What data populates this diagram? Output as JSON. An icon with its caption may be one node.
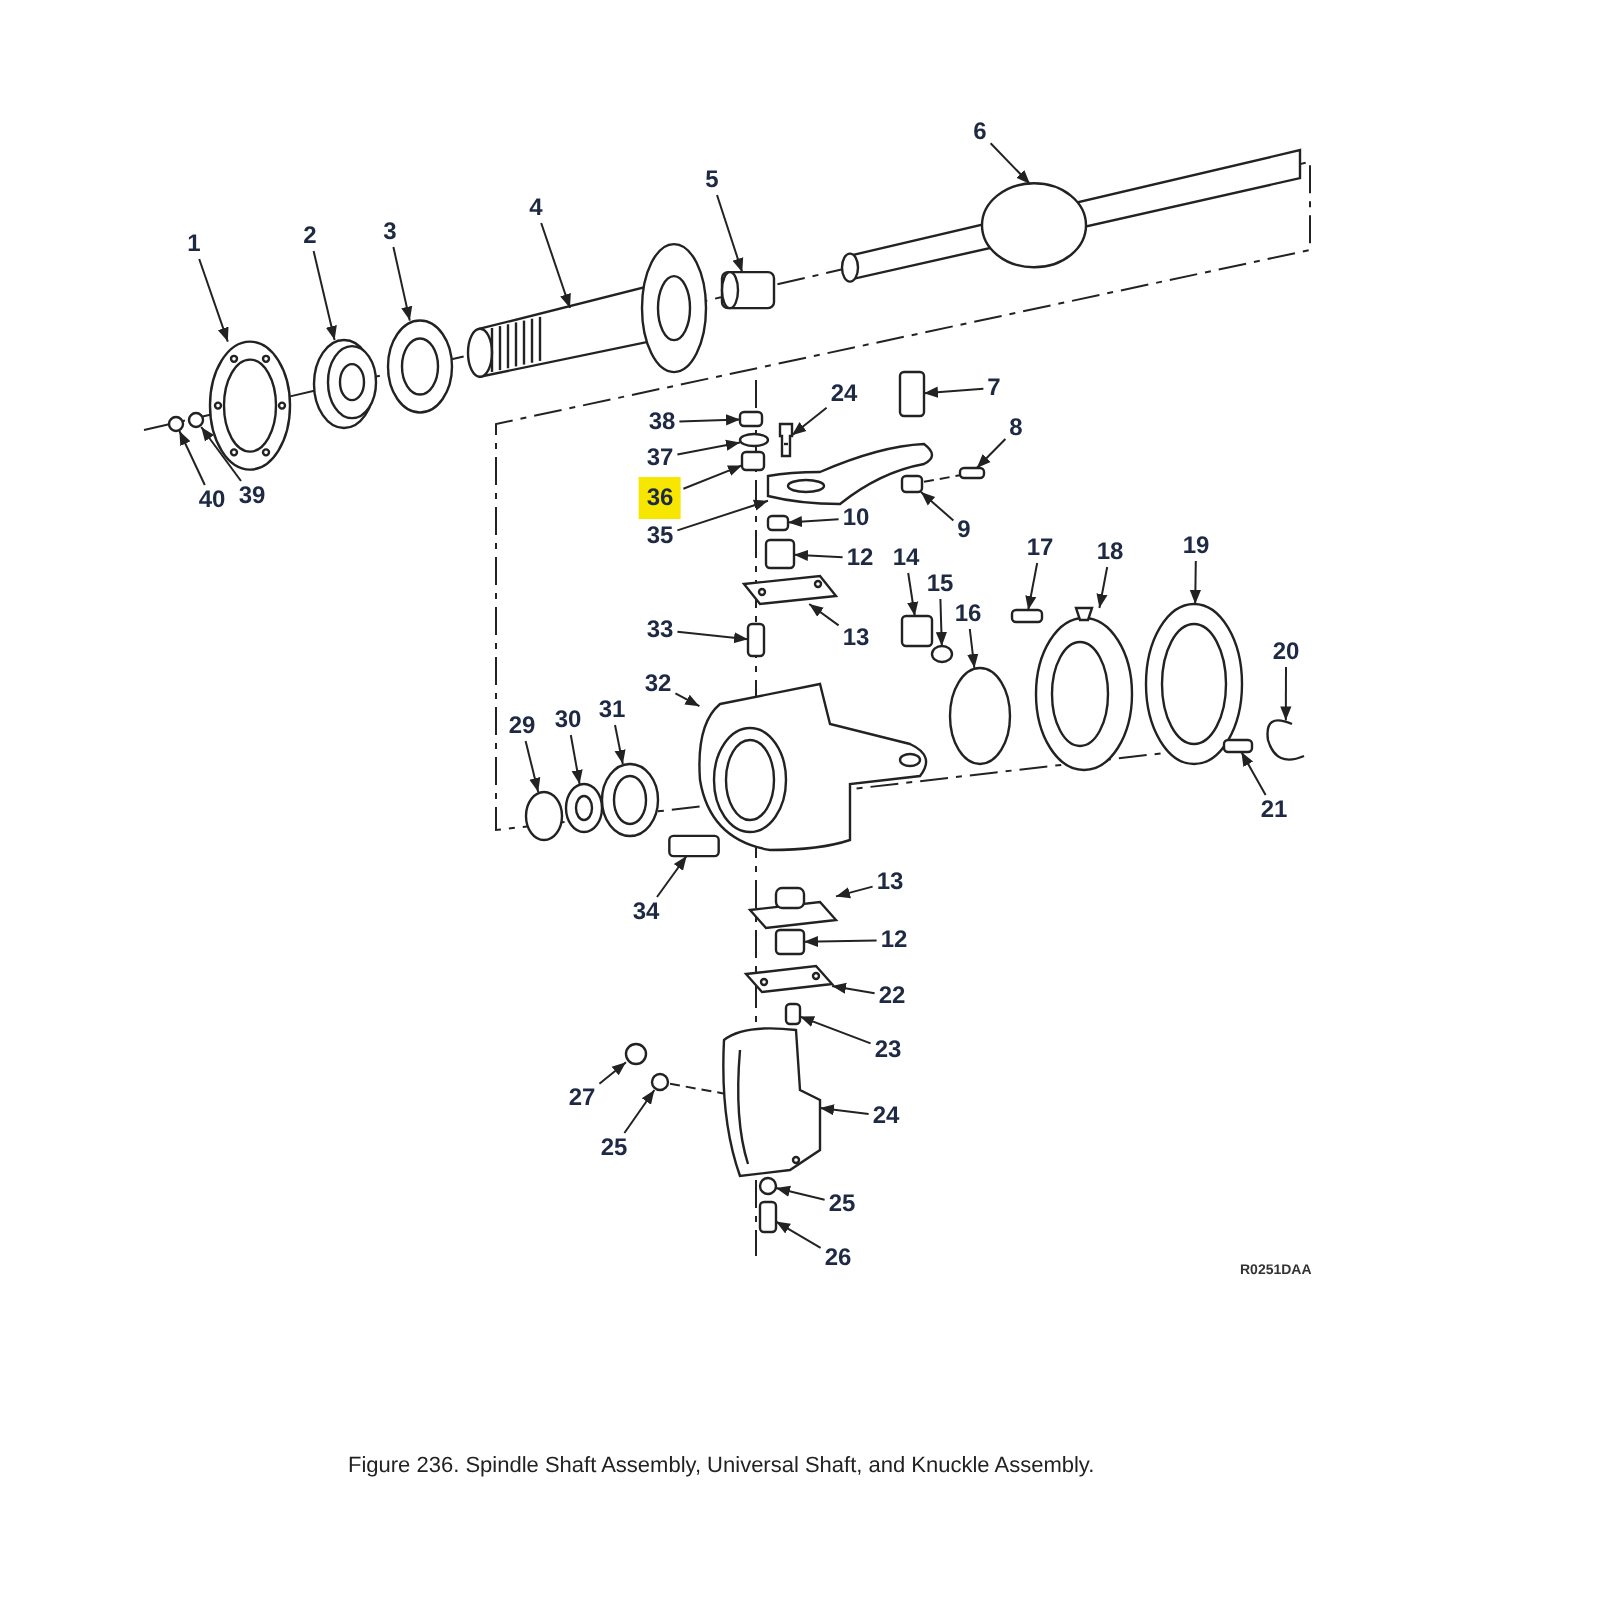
{
  "diagram": {
    "caption": "Figure  236.    Spindle Shaft Assembly, Universal Shaft, and Knuckle Assembly.",
    "nodes": [
      {
        "text": [
          "6"
        ]
      },
      {
        "text": [
          "5"
        ]
      },
      {
        "text": [
          "4"
        ]
      },
      {
        "text": [
          "3"
        ]
      },
      {
        "text": [
          "2"
        ]
      },
      {
        "text": [
          "1"
        ]
      },
      {
        "text": [
          "7"
        ]
      },
      {
        "text": [
          "24"
        ]
      },
      {
        "text": [
          "38"
        ]
      },
      {
        "text": [
          "8"
        ]
      },
      {
        "text": [
          "37"
        ]
      },
      {
        "text": [
          "40"
        ]
      },
      {
        "text": [
          "39"
        ]
      },
      {
        "text": [
          "36"
        ]
      },
      {
        "text": [
          "10"
        ]
      },
      {
        "text": [
          "9"
        ]
      },
      {
        "text": [
          "35"
        ]
      },
      {
        "text": [
          "17"
        ]
      },
      {
        "text": [
          "19"
        ]
      },
      {
        "text": [
          "18"
        ]
      },
      {
        "text": [
          "12"
        ]
      },
      {
        "text": [
          "14"
        ]
      },
      {
        "text": [
          "15"
        ]
      },
      {
        "text": [
          "16"
        ]
      },
      {
        "text": [
          "33"
        ]
      },
      {
        "text": [
          "13"
        ]
      },
      {
        "text": [
          "20"
        ]
      },
      {
        "text": [
          "32"
        ]
      },
      {
        "text": [
          "31"
        ]
      },
      {
        "text": [
          "30"
        ]
      },
      {
        "text": [
          "29"
        ]
      },
      {
        "text": [
          "21"
        ]
      },
      {
        "text": [
          "13"
        ]
      },
      {
        "text": [
          "34"
        ]
      },
      {
        "text": [
          "12"
        ]
      },
      {
        "text": [
          "22"
        ]
      },
      {
        "text": [
          "23"
        ]
      },
      {
        "text": [
          "27"
        ]
      },
      {
        "text": [
          "24"
        ]
      },
      {
        "text": [
          "25"
        ]
      },
      {
        "text": [
          "25"
        ]
      },
      {
        "text": [
          "26"
        ]
      },
      {
        "text": [],
        "shape": "picture"
      },
      {
        "text": [],
        "shape": "cylinder"
      },
      {
        "text": [],
        "shape": "picture"
      },
      {
        "text": [],
        "shape": "picture"
      },
      {
        "text": [],
        "shape": "picture"
      },
      {
        "text": [],
        "shape": "picture"
      },
      {
        "text": [],
        "shape": "box"
      },
      {
        "text": [],
        "shape": "picture"
      },
      {
        "text": [],
        "shape": "box"
      },
      {
        "text": [],
        "shape": "box"
      },
      {
        "text": [],
        "shape": "circle"
      },
      {
        "text": [],
        "shape": "circle"
      },
      {
        "text": [],
        "shape": "circle"
      },
      {
        "text": [],
        "shape": "box"
      },
      {
        "text": [],
        "shape": "box"
      },
      {
        "text": [],
        "shape": "box"
      },
      {
        "text": [],
        "shape": "picture"
      },
      {
        "text": [],
        "shape": "box"
      },
      {
        "text": [],
        "shape": "picture"
      },
      {
        "text": [],
        "shape": "picture"
      },
      {
        "text": [],
        "shape": "box"
      },
      {
        "text": [],
        "shape": "box"
      },
      {
        "text": [],
        "shape": "circle"
      },
      {
        "text": [],
        "shape": "circle"
      },
      {
        "text": [],
        "shape": "box"
      },
      {
        "text": [],
        "shape": "picture"
      },
      {
        "text": [],
        "shape": "picture"
      },
      {
        "text": [],
        "shape": "picture"
      },
      {
        "text": [],
        "shape": "picture"
      },
      {
        "text": [],
        "shape": "picture"
      },
      {
        "text": [],
        "shape": "circle"
      },
      {
        "text": [],
        "shape": "box"
      },
      {
        "text": [],
        "shape": "picture"
      },
      {
        "text": [],
        "shape": "box"
      },
      {
        "text": [],
        "shape": "box"
      },
      {
        "text": [],
        "shape": "picture"
      },
      {
        "text": [],
        "shape": "box"
      },
      {
        "text": [],
        "shape": "circle"
      },
      {
        "text": [],
        "shape": "picture"
      },
      {
        "text": [],
        "shape": "circle"
      },
      {
        "text": [],
        "shape": "circle"
      },
      {
        "text": [],
        "shape": "box"
      }
    ],
    "edges": [
      {
        "from": 0,
        "to": 42,
        "arrow": "to"
      },
      {
        "from": 1,
        "to": 43,
        "arrow": "to"
      },
      {
        "from": 2,
        "to": 44,
        "arrow": "to"
      },
      {
        "from": 3,
        "to": 45,
        "arrow": "to"
      },
      {
        "from": 4,
        "to": 46,
        "arrow": "to"
      },
      {
        "from": 5,
        "to": 47,
        "arrow": "to"
      },
      {
        "from": 6,
        "to": 48,
        "arrow": "to"
      },
      {
        "from": 7,
        "to": 49,
        "arrow": "to"
      },
      {
        "from": 8,
        "to": 50,
        "arrow": "to"
      },
      {
        "from": 9,
        "to": 51,
        "arrow": "to"
      },
      {
        "from": 10,
        "to": 52,
        "arrow": "to"
      },
      {
        "from": 11,
        "to": 53,
        "arrow": "to"
      },
      {
        "from": 12,
        "to": 54,
        "arrow": "to"
      },
      {
        "from": 13,
        "to": 55,
        "arrow": "to"
      },
      {
        "from": 14,
        "to": 56,
        "arrow": "to"
      },
      {
        "from": 15,
        "to": 57,
        "arrow": "to"
      },
      {
        "from": 16,
        "to": 58,
        "arrow": "to"
      },
      {
        "from": 17,
        "to": 59,
        "arrow": "to"
      },
      {
        "from": 18,
        "to": 60,
        "arrow": "to"
      },
      {
        "from": 19,
        "to": 61,
        "arrow": "to"
      },
      {
        "from": 20,
        "to": 62,
        "arrow": "to"
      },
      {
        "from": 21,
        "to": 63,
        "arrow": "to"
      },
      {
        "from": 22,
        "to": 64,
        "arrow": "to"
      },
      {
        "from": 23,
        "to": 65,
        "arrow": "to"
      },
      {
        "from": 24,
        "to": 66,
        "arrow": "to"
      },
      {
        "from": 25,
        "to": 67,
        "arrow": "to"
      },
      {
        "from": 26,
        "to": 68,
        "arrow": "to"
      },
      {
        "from": 27,
        "to": 69,
        "arrow": "to"
      },
      {
        "from": 28,
        "to": 70,
        "arrow": "to"
      },
      {
        "from": 29,
        "to": 71,
        "arrow": "to"
      },
      {
        "from": 30,
        "to": 72,
        "arrow": "to"
      },
      {
        "from": 31,
        "to": 73,
        "arrow": "to"
      },
      {
        "from": 32,
        "to": 74,
        "arrow": "to"
      },
      {
        "from": 33,
        "to": 75,
        "arrow": "to"
      },
      {
        "from": 34,
        "to": 76,
        "arrow": "to"
      },
      {
        "from": 35,
        "to": 77,
        "arrow": "to"
      },
      {
        "from": 36,
        "to": 78,
        "arrow": "to"
      },
      {
        "from": 37,
        "to": 79,
        "arrow": "to"
      },
      {
        "from": 38,
        "to": 80,
        "arrow": "to"
      },
      {
        "from": 39,
        "to": 81,
        "arrow": "to"
      },
      {
        "from": 40,
        "to": 82,
        "arrow": "to"
      },
      {
        "from": 41,
        "to": 83,
        "arrow": "to"
      },
      {
        "from": 57,
        "to": 51,
        "arrow": "none",
        "style": "dashed"
      },
      {
        "from": 81,
        "to": 80,
        "arrow": "none",
        "style": "dashed"
      }
    ],
    "labels": [
      "R0251DAA"
    ]
  }
}
